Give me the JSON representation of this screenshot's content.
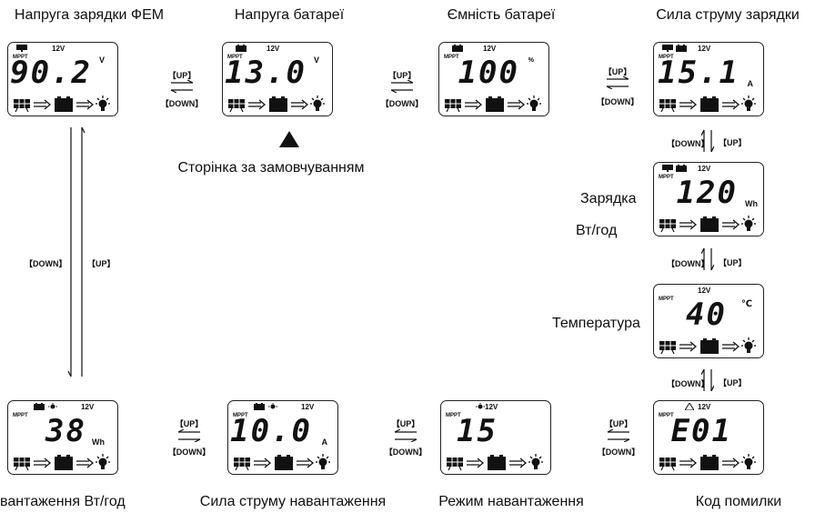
{
  "screens": [
    {
      "id": "pv-charge-voltage",
      "title": "Напруга зарядки ФЕМ",
      "system_voltage": "12V",
      "mode": "MPPT",
      "value": "90.2",
      "unit": "V",
      "indicators": [
        "solar"
      ]
    },
    {
      "id": "battery-voltage",
      "title": "Напруга батареї",
      "system_voltage": "12V",
      "mode": "MPPT",
      "value": "13.0",
      "unit": "V",
      "indicators": [
        "battery"
      ]
    },
    {
      "id": "battery-capacity",
      "title": "Ємність батареї",
      "system_voltage": "12V",
      "mode": "MPPT",
      "value": "100",
      "unit": "%",
      "indicators": [
        "battery"
      ]
    },
    {
      "id": "charge-current",
      "title": "Сила струму зарядки",
      "system_voltage": "12V",
      "mode": "MPPT",
      "value": "15.1",
      "unit": "A",
      "indicators": [
        "solar",
        "battery"
      ]
    },
    {
      "id": "charge-wh",
      "title_line1": "Зарядка",
      "title_line2": "Вт/год",
      "system_voltage": "12V",
      "mode": "MPPT",
      "value": "120",
      "unit": "Wh",
      "indicators": [
        "solar",
        "battery"
      ]
    },
    {
      "id": "temperature",
      "title": "Температура",
      "system_voltage": "12V",
      "mode": "MPPT",
      "value": "40",
      "unit": "℃",
      "indicators": []
    },
    {
      "id": "error-code",
      "title": "Код помилки",
      "system_voltage": "12V",
      "mode": "MPPT",
      "value": "E01",
      "unit": "",
      "indicators": [
        "warning"
      ]
    },
    {
      "id": "load-mode",
      "title": "Режим навантаження",
      "system_voltage": "12V",
      "mode": "MPPT",
      "value": "15",
      "unit": "",
      "indicators": [
        "bulb"
      ]
    },
    {
      "id": "load-current",
      "title": "Сила струму навантаження",
      "system_voltage": "12V",
      "mode": "MPPT",
      "value": "10.0",
      "unit": "A",
      "indicators": [
        "battery",
        "bulb"
      ]
    },
    {
      "id": "load-wh",
      "title": "вантаження Вт/год",
      "system_voltage": "12V",
      "mode": "MPPT",
      "value": "38",
      "unit": "Wh",
      "indicators": [
        "battery",
        "bulb"
      ]
    }
  ],
  "default_page_note": "Сторінка за замовчуванням",
  "keys": {
    "up": "【UP】",
    "down": "【DOWN】"
  },
  "colors": {
    "ink": "#111111",
    "panel_border": "#222222"
  }
}
